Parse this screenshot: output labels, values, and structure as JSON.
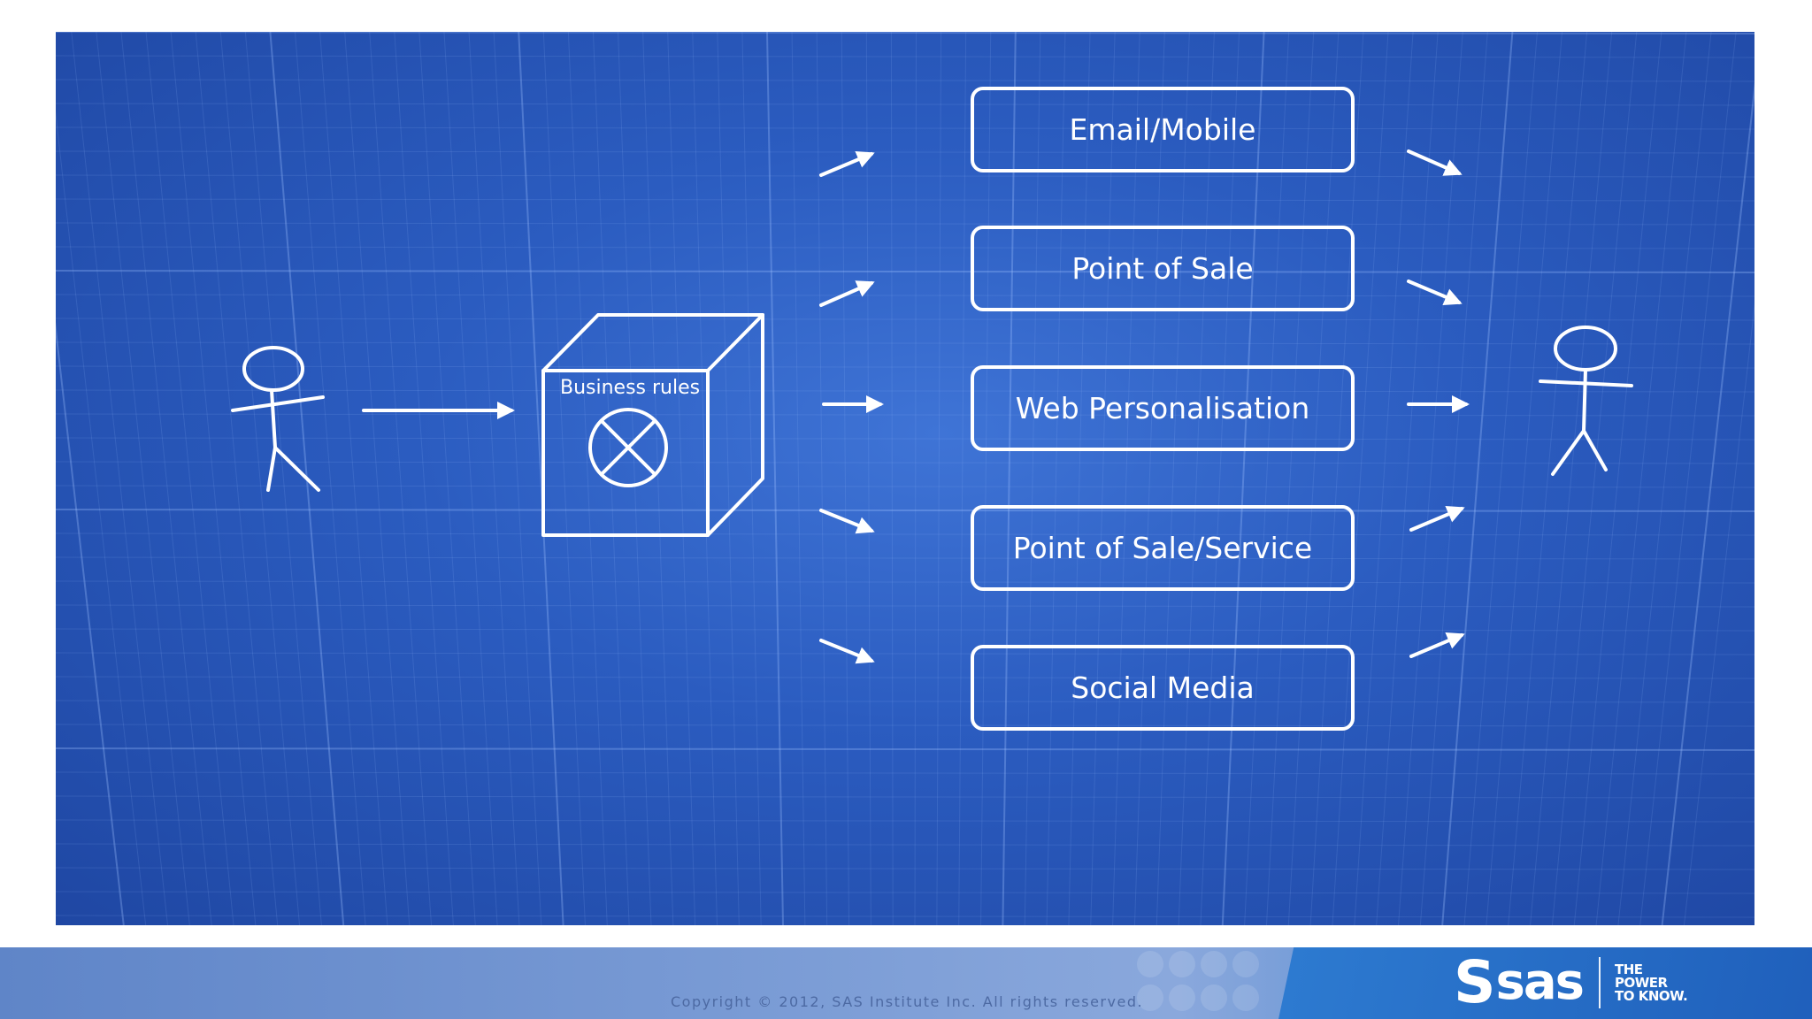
{
  "diagram": {
    "rules_label": "Business rules",
    "channels": [
      "Email/Mobile",
      "Point of Sale",
      "Web Personalisation",
      "Point of Sale/Service",
      "Social Media"
    ]
  },
  "footer": {
    "copyright": "Copyright © 2012, SAS Institute Inc. All rights reserved.",
    "logo_mark": "S",
    "logo_text": "sas",
    "tagline_line1": "THE",
    "tagline_line2": "POWER",
    "tagline_line3": "TO KNOW."
  },
  "colors": {
    "blueprint_center": "#3f74d6",
    "blueprint_edge": "#1f47a3",
    "line": "#ffffff",
    "footer_band": "#7c9dd6",
    "footer_panel": "#1f5fbb",
    "copyright_text": "#4d6aa3"
  },
  "icons": [
    "stick-figure-icon",
    "cube-icon",
    "circled-x-icon",
    "arrow-icon",
    "sas-logo-icon"
  ]
}
